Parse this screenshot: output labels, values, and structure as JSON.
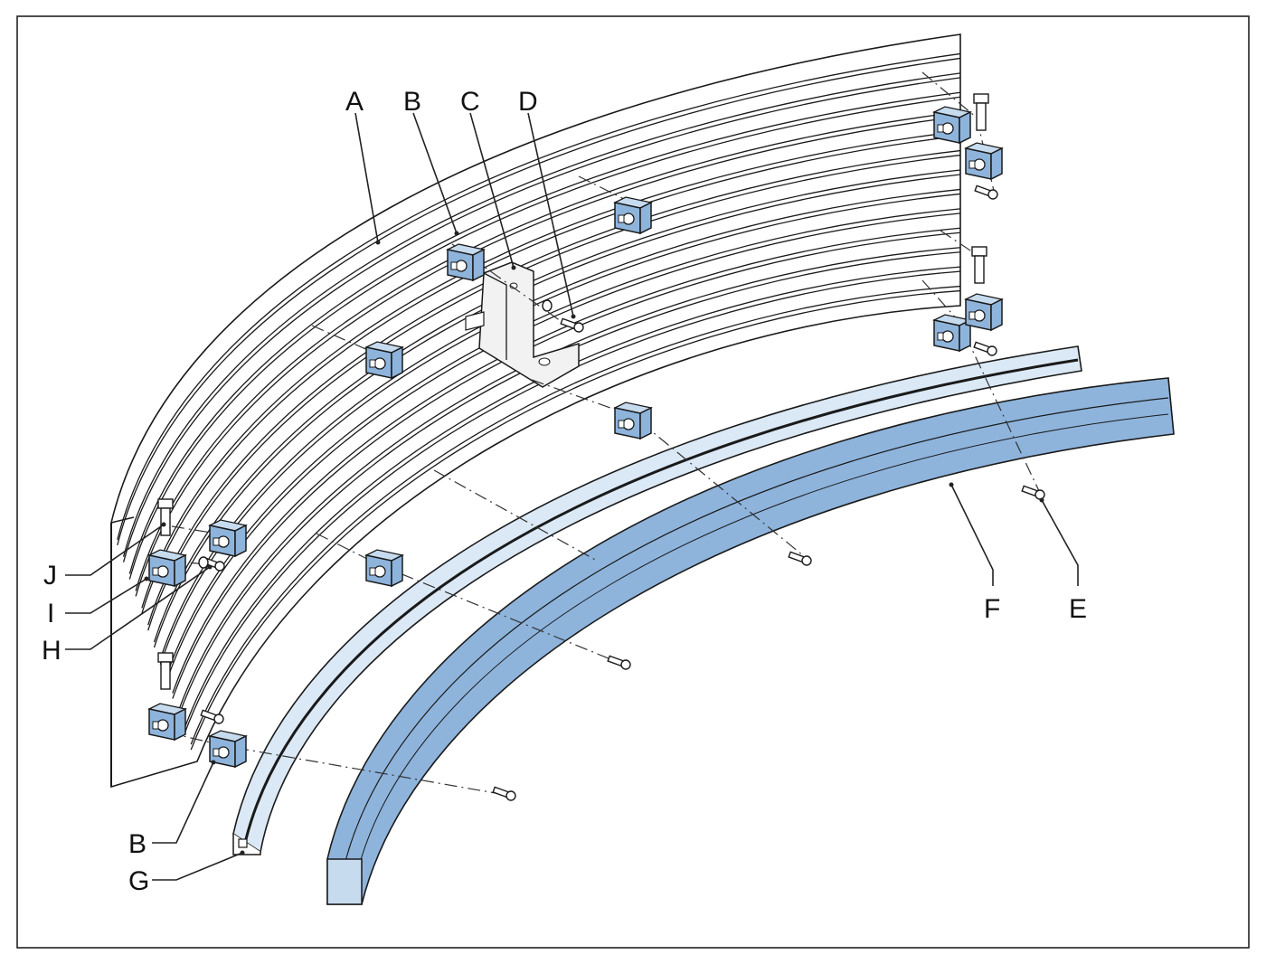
{
  "labels": {
    "A": "A",
    "B_top": "B",
    "C": "C",
    "D": "D",
    "E": "E",
    "F": "F",
    "G": "G",
    "H": "H",
    "I": "I",
    "J": "J",
    "B_bottom": "B"
  },
  "colors": {
    "part_blue": "#8eb4dc",
    "part_blue_light": "#c7dbef",
    "rail_light": "#dbe9f6",
    "line": "#1a1a1a"
  }
}
